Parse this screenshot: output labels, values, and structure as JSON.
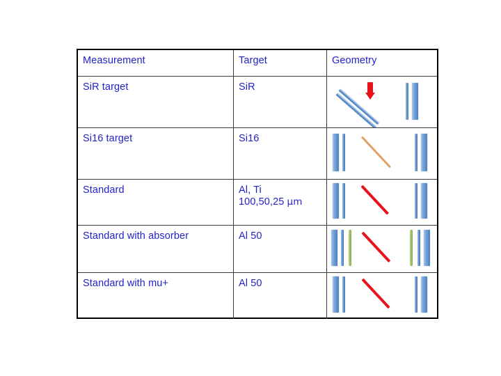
{
  "table": {
    "headers": [
      {
        "label": "Measurement"
      },
      {
        "label": "Target"
      },
      {
        "label": "Geometry"
      }
    ],
    "rows": [
      {
        "measurement": "SiR target",
        "target": "SiR",
        "geometry_description": "two parallel blue diagonal strips with red down arrow, plus two vertical blue bars at right"
      },
      {
        "measurement": "Si16 target",
        "target": "Si16",
        "geometry_description": "two vertical blue bars left, tan diagonal line center, two vertical blue bars right"
      },
      {
        "measurement": "Standard",
        "target": "Al, Ti\n100,50,25 μm",
        "target_line1": "Al, Ti",
        "target_line2_value": "100,50,25 ",
        "target_line2_unit": "μm",
        "geometry_description": "two vertical blue bars left, red diagonal line center, two vertical blue bars right"
      },
      {
        "measurement": "Standard with absorber",
        "target": "Al 50",
        "geometry_description": "blue thick, blue thin and green absorber bars left, red diagonal line center, green, blue thin and blue thick bars right"
      },
      {
        "measurement": "Standard with mu+",
        "target": "Al 50",
        "geometry_description": "two vertical blue bars left, red diagonal line center, two vertical blue bars right"
      }
    ]
  },
  "colors": {
    "text_blue": "#2222cc",
    "bar_blue": "#4a7fbf",
    "bar_blue_light": "#a9c7e8",
    "absorber_green": "#9bbb59",
    "arrow_red": "#e8141b",
    "line_red": "#e8141b",
    "line_tan": "#e0a066",
    "table_border": "#000000",
    "cell_border": "#3a3a3a",
    "background": "#ffffff"
  }
}
